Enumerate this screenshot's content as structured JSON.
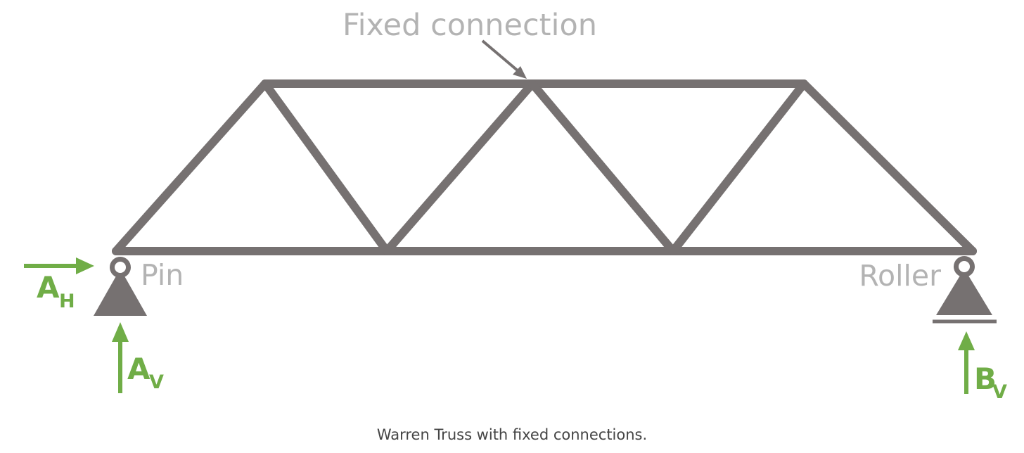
{
  "labels": {
    "fixed_connection": "Fixed connection",
    "pin": "Pin",
    "roller": "Roller"
  },
  "reactions": {
    "a_h": {
      "letter": "A",
      "subscript": "H"
    },
    "a_v": {
      "letter": "A",
      "subscript": "V"
    },
    "b_v": {
      "letter": "B",
      "subscript": "V"
    }
  },
  "caption": "Warren Truss with fixed connections.",
  "colors": {
    "member": "#767171",
    "label": "#b3b3b3",
    "force": "#70ad47",
    "caption": "#444444"
  }
}
